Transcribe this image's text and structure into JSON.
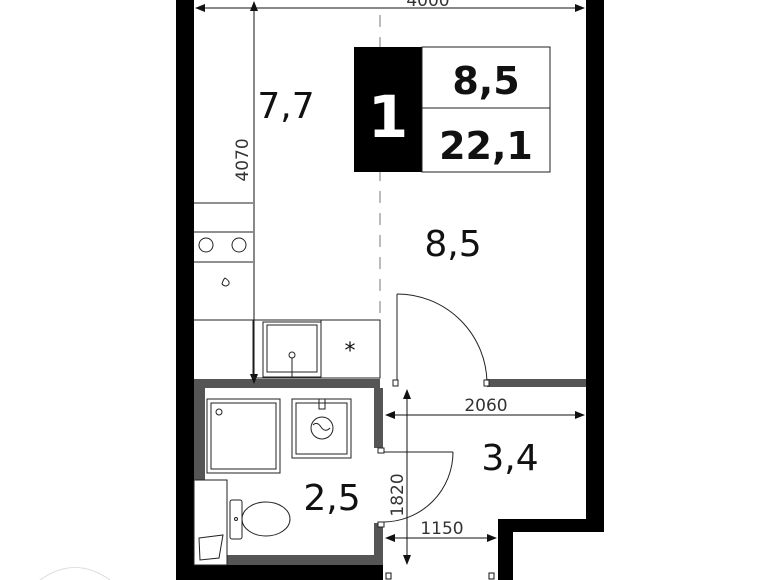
{
  "plan": {
    "rooms_count": "1",
    "living_area": "8,5",
    "total_area": "22,1",
    "rooms": {
      "kitchen": "7,7",
      "living": "8,5",
      "hall": "3,4",
      "bathroom": "2,5"
    },
    "dimensions": {
      "width_top": "4000",
      "kitchen_length": "4070",
      "hall_width": "2060",
      "hall_length": "1820",
      "entry_width": "1150"
    },
    "colors": {
      "wall": "#000000",
      "partition": "#555555",
      "line": "#222222"
    }
  }
}
